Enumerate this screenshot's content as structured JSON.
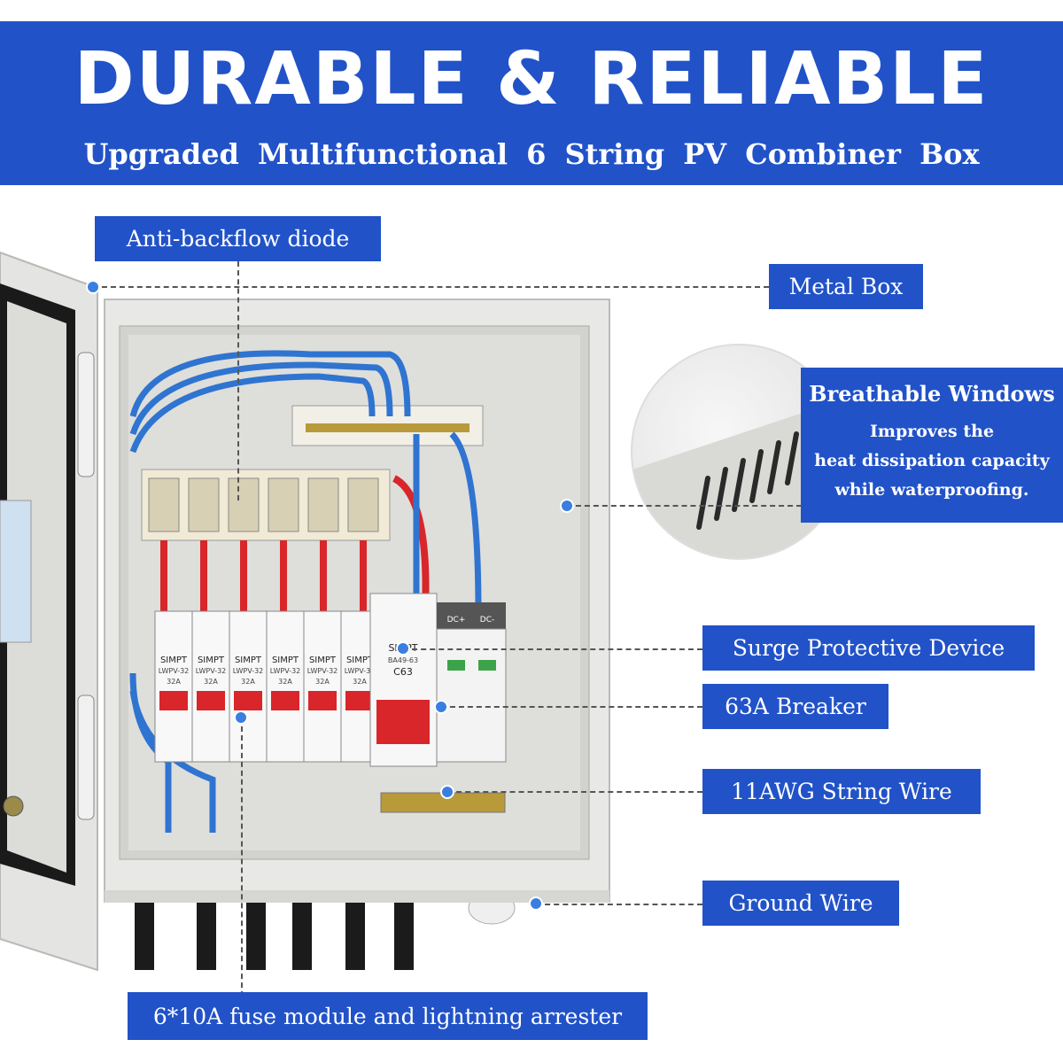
{
  "header": {
    "title": "DURABLE & RELIABLE",
    "subtitle": "Upgraded Multifunctional 6 String PV Combiner Box"
  },
  "callouts": {
    "anti_backflow": "Anti-backflow diode",
    "metal_box": "Metal Box",
    "breathable_title": "Breathable Windows",
    "breathable_line1": "Improves the",
    "breathable_line2": "heat dissipation capacity",
    "breathable_line3": "while waterproofing.",
    "surge": "Surge Protective Device",
    "breaker": "63A Breaker",
    "string_wire": "11AWG String Wire",
    "ground_wire": "Ground Wire",
    "fuse_module": "6*10A fuse module and lightning arrester"
  },
  "product": {
    "fuse_brand": "SIMPT",
    "fuse_model": "LWPV-32",
    "fuse_rating": "32A",
    "breaker_brand": "SIMPT",
    "breaker_model": "BA49-63",
    "breaker_rating": "C63",
    "spd_pos": "DC+",
    "spd_neg": "DC-"
  },
  "colors": {
    "accent": "#2152c8",
    "wire_blue": "#2f74d0",
    "wire_red": "#d8262a",
    "enclosure": "#e6e6e4"
  }
}
